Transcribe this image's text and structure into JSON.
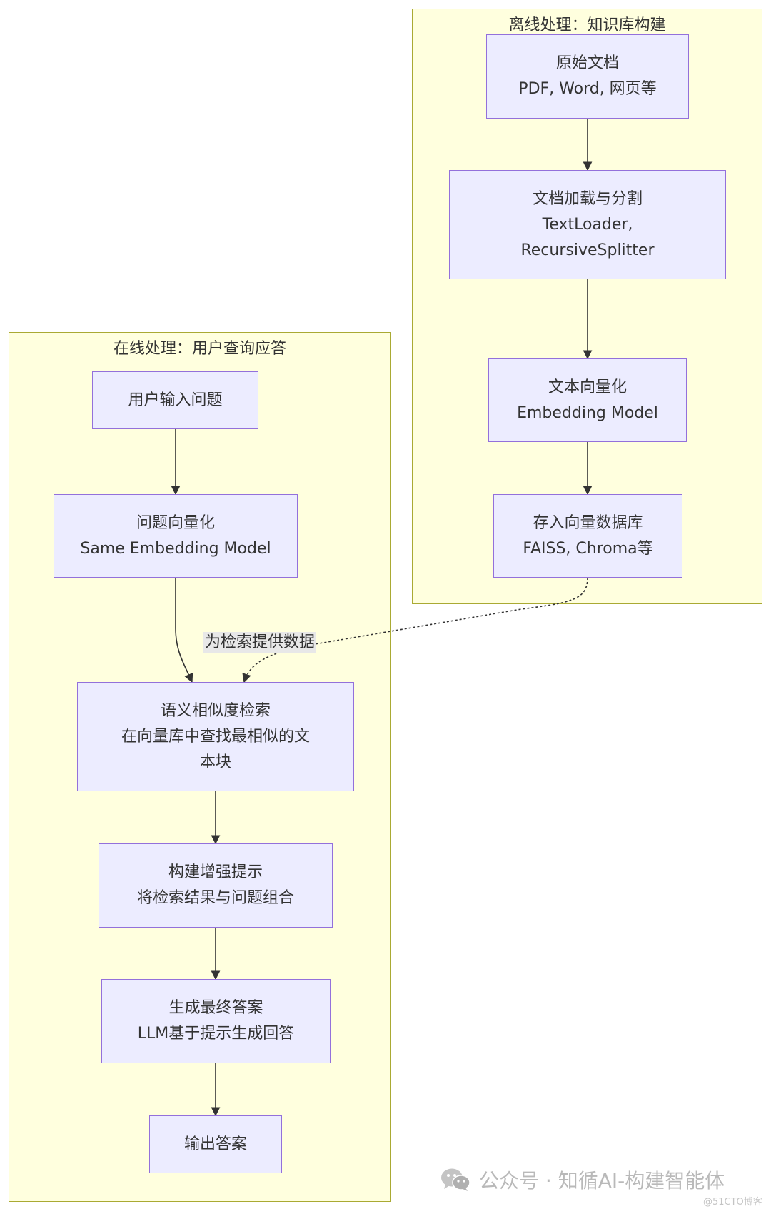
{
  "clusters": {
    "offline": {
      "title": "离线处理：知识库构建"
    },
    "online": {
      "title": "在线处理：用户查询应答"
    }
  },
  "nodes": {
    "raw_docs": {
      "line1": "原始文档",
      "line2": "PDF, Word, 网页等"
    },
    "load_split": {
      "line1": "文档加载与分割",
      "line2": "TextLoader,",
      "line3": "RecursiveSplitter"
    },
    "text_vectorize": {
      "line1": "文本向量化",
      "line2": "Embedding Model"
    },
    "store_vectors": {
      "line1": "存入向量数据库",
      "line2": "FAISS, Chroma等"
    },
    "user_input": {
      "line1": "用户输入问题"
    },
    "question_vectorize": {
      "line1": "问题向量化",
      "line2": "Same Embedding Model"
    },
    "semantic_search": {
      "line1": "语义相似度检索",
      "line2": "在向量库中查找最相似的文",
      "line3": "本块"
    },
    "build_prompt": {
      "line1": "构建增强提示",
      "line2": "将检索结果与问题组合"
    },
    "generate_answer": {
      "line1": "生成最终答案",
      "line2": "LLM基于提示生成回答"
    },
    "output_answer": {
      "line1": "输出答案"
    }
  },
  "edge_labels": {
    "provide_data": "为检索提供数据"
  },
  "watermark": {
    "text": "公众号 · 知循AI-构建智能体",
    "credit": "@51CTO博客"
  },
  "colors": {
    "node_fill": "#ececff",
    "node_border": "#9370db",
    "cluster_fill": "#ffffde",
    "cluster_border": "#aaaa33",
    "edge": "#333333",
    "edge_label_bg": "#e8e8e8"
  }
}
